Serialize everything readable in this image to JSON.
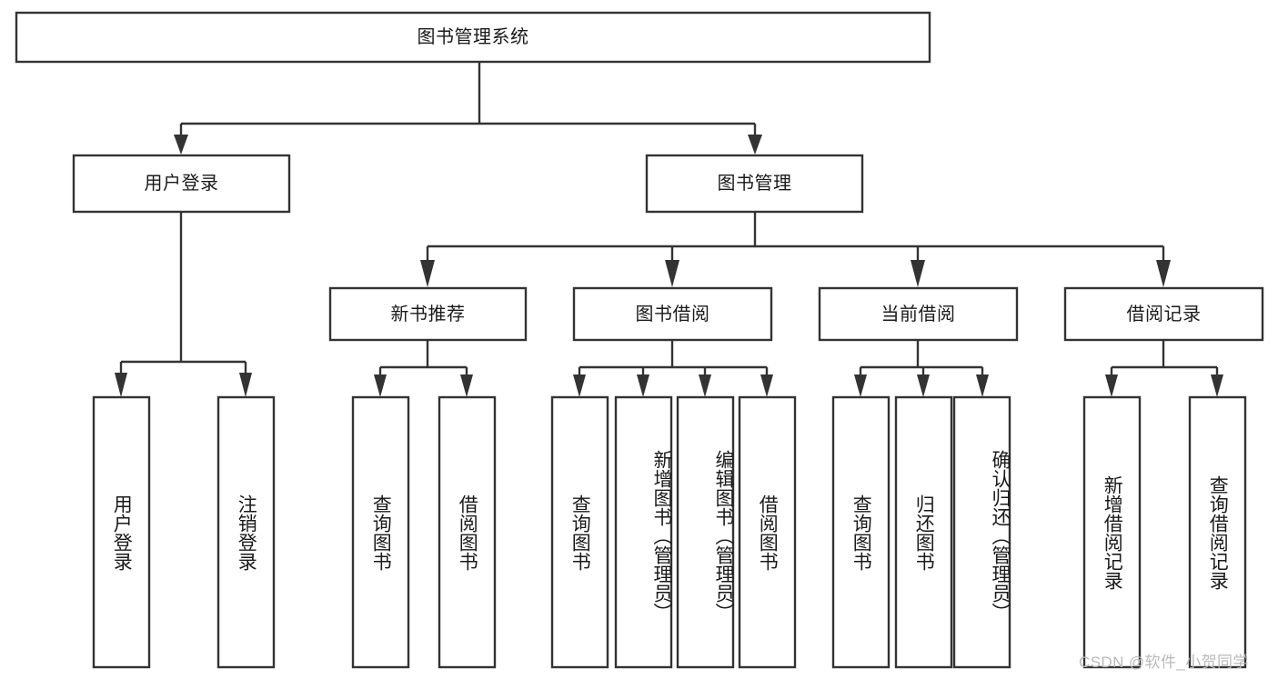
{
  "diagram": {
    "type": "tree-hierarchy",
    "title": "图书管理系统",
    "orientation": "top-down",
    "colors": {
      "box_stroke": "#333333",
      "box_fill": "#ffffff",
      "text": "#1a1a1a",
      "background": "#ffffff",
      "watermark": "#b9b9b9"
    },
    "root": {
      "label": "图书管理系统"
    },
    "level2": [
      {
        "label": "用户登录"
      },
      {
        "label": "图书管理"
      }
    ],
    "level3": [
      {
        "label": "新书推荐"
      },
      {
        "label": "图书借阅"
      },
      {
        "label": "当前借阅"
      },
      {
        "label": "借阅记录"
      }
    ],
    "leaves": {
      "user_login": [
        {
          "label": "用户登录"
        },
        {
          "label": "注销登录"
        }
      ],
      "new_book_recommend": [
        {
          "label": "查询图书"
        },
        {
          "label": "借阅图书"
        }
      ],
      "book_borrow": [
        {
          "label": "查询图书"
        },
        {
          "label": "新增图书（管理员）"
        },
        {
          "label": "编辑图书（管理员）"
        },
        {
          "label": "借阅图书"
        }
      ],
      "current_borrow": [
        {
          "label": "查询图书"
        },
        {
          "label": "归还图书"
        },
        {
          "label": "确认归还（管理员）"
        }
      ],
      "borrow_records": [
        {
          "label": "新增借阅记录"
        },
        {
          "label": "查询借阅记录"
        }
      ]
    }
  },
  "watermark": {
    "text": "CSDN @软件_小贺同学"
  }
}
